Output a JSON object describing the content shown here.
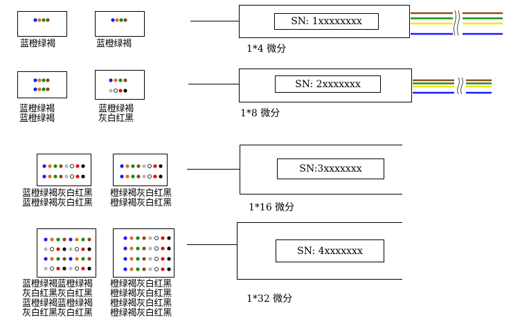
{
  "colors": {
    "blue": "#1a1aff",
    "orange": "#e07020",
    "green": "#1a8a1a",
    "brown": "#8b4a1a",
    "gray": "#b8b8b8",
    "white": "#ffffff",
    "red": "#e01010",
    "black": "#000000",
    "yellow": "#f5e600"
  },
  "connectors": [
    {
      "id": "c1a",
      "label_lines": [
        "蓝橙绿褐"
      ],
      "rows": [
        [
          "blue",
          "orange",
          "green",
          "brown"
        ]
      ]
    },
    {
      "id": "c1b",
      "label_lines": [
        "蓝橙绿褐"
      ],
      "rows": [
        [
          "blue",
          "orange",
          "green",
          "brown"
        ]
      ]
    },
    {
      "id": "c2a",
      "label_lines": [
        "蓝橙绿褐",
        "蓝橙绿褐"
      ],
      "rows": [
        [
          "blue",
          "orange",
          "green",
          "brown"
        ],
        [
          "blue",
          "orange",
          "green",
          "brown"
        ]
      ]
    },
    {
      "id": "c2b",
      "label_lines": [
        "蓝橙绿褐",
        "灰白红黑"
      ],
      "rows": [
        [
          "blue",
          "orange",
          "green",
          "brown"
        ],
        [
          "gray",
          "white",
          "red",
          "black"
        ]
      ]
    },
    {
      "id": "c3a",
      "label_lines": [
        "蓝橙绿褐灰白红黑",
        "蓝橙绿褐灰白红黑"
      ],
      "rows": [
        [
          "blue",
          "orange",
          "green",
          "brown",
          "gray",
          "white",
          "red",
          "black"
        ],
        [
          "blue",
          "orange",
          "green",
          "brown",
          "gray",
          "white",
          "red",
          "black"
        ]
      ]
    },
    {
      "id": "c3b",
      "label_lines": [
        "橙绿褐灰白红黑",
        "橙绿褐灰白红黑"
      ],
      "rows": [
        [
          "blue",
          "orange",
          "green",
          "brown",
          "gray",
          "white",
          "red",
          "black"
        ],
        [
          "blue",
          "orange",
          "green",
          "brown",
          "gray",
          "white",
          "red",
          "black"
        ]
      ]
    },
    {
      "id": "c4a",
      "label_lines": [
        "蓝橙绿褐蓝橙绿褐",
        "灰白红黑灰白红黑",
        "蓝橙绿褐蓝橙绿褐",
        "灰白红黑灰白红黑"
      ],
      "rows": [
        [
          "blue",
          "orange",
          "green",
          "brown",
          "blue",
          "orange",
          "green",
          "brown"
        ],
        [
          "gray",
          "white",
          "red",
          "black",
          "gray",
          "white",
          "red",
          "black"
        ],
        [
          "blue",
          "orange",
          "green",
          "brown",
          "blue",
          "orange",
          "green",
          "brown"
        ],
        [
          "gray",
          "white",
          "red",
          "black",
          "gray",
          "white",
          "red",
          "black"
        ]
      ]
    },
    {
      "id": "c4b",
      "label_lines": [
        "橙绿褐灰白红黑",
        "橙绿褐灰白红黑",
        "橙绿褐灰白红黑",
        "橙绿褐灰白红黑"
      ],
      "rows": [
        [
          "blue",
          "orange",
          "green",
          "brown",
          "gray",
          "white",
          "red",
          "black"
        ],
        [
          "blue",
          "orange",
          "green",
          "brown",
          "gray",
          "white",
          "red",
          "black"
        ],
        [
          "blue",
          "orange",
          "green",
          "brown",
          "gray",
          "white",
          "red",
          "black"
        ],
        [
          "blue",
          "orange",
          "green",
          "brown",
          "gray",
          "white",
          "red",
          "black"
        ]
      ]
    }
  ],
  "splitters": [
    {
      "id": "s1",
      "sn": "SN: 1xxxxxxxx",
      "type": "1*4 微分"
    },
    {
      "id": "s2",
      "sn": "SN: 2xxxxxxx",
      "type": "1*8 微分"
    },
    {
      "id": "s3",
      "sn": "SN:3xxxxxxx",
      "type": "1*16 微分"
    },
    {
      "id": "s4",
      "sn": "SN: 4xxxxxxx",
      "type": "1*32 微分"
    }
  ],
  "fiber_bundles": [
    {
      "id": "f1",
      "left_colors": [
        "brown",
        "green",
        "yellow",
        "white",
        "blue"
      ],
      "right_colors": [
        "brown",
        "green",
        "yellow",
        "white",
        "blue"
      ]
    },
    {
      "id": "f2",
      "left_colors": [
        "brown",
        "green",
        "yellow",
        "white",
        "blue"
      ],
      "right_colors": [
        "brown",
        "green",
        "yellow",
        "white",
        "blue"
      ]
    }
  ]
}
